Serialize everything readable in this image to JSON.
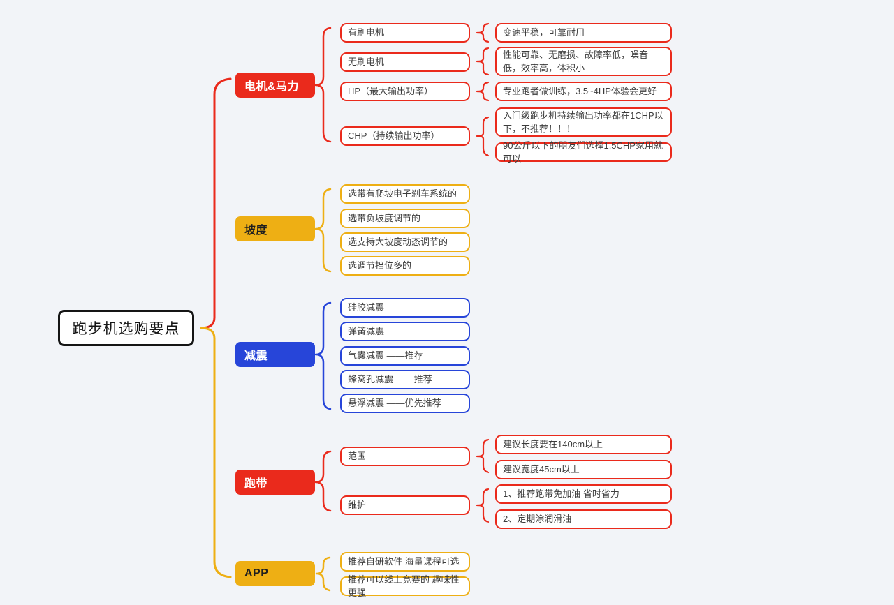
{
  "title": "跑步机选购要点",
  "colors": {
    "red": "#ea2a1c",
    "yellow": "#eeaf14",
    "blue": "#2745d9",
    "root_border": "#151515",
    "background": "#f2f4f8"
  },
  "root": {
    "label": "跑步机选购要点"
  },
  "branches": [
    {
      "id": "motor",
      "label": "电机&马力",
      "color": "#ea2a1c",
      "children": [
        {
          "label": "有刷电机",
          "leaves": [
            "变速平稳，可靠耐用"
          ]
        },
        {
          "label": "无刷电机",
          "leaves": [
            "性能可靠、无磨损、故障率低，噪音低，效率高，体积小"
          ]
        },
        {
          "label": "HP（最大输出功率）",
          "leaves": [
            "专业跑者做训练，3.5~4HP体验会更好"
          ]
        },
        {
          "label": "CHP（持续输出功率）",
          "leaves": [
            "入门级跑步机持续输出功率都在1CHP以下，不推荐！！！",
            "90公斤以下的朋友们选择1.5CHP家用就可以"
          ]
        }
      ]
    },
    {
      "id": "incline",
      "label": "坡度",
      "color": "#eeaf14",
      "children": [
        {
          "label": "选带有爬坡电子刹车系统的"
        },
        {
          "label": "选带负坡度调节的"
        },
        {
          "label": "选支持大坡度动态调节的"
        },
        {
          "label": "选调节挡位多的"
        }
      ]
    },
    {
      "id": "shock",
      "label": "减震",
      "color": "#2745d9",
      "children": [
        {
          "label": "硅胶减震"
        },
        {
          "label": "弹簧减震"
        },
        {
          "label": "气囊减震 ——推荐"
        },
        {
          "label": "蜂窝孔减震 ——推荐"
        },
        {
          "label": "悬浮减震 ——优先推荐"
        }
      ]
    },
    {
      "id": "belt",
      "label": "跑带",
      "color": "#ea2a1c",
      "children": [
        {
          "label": "范围",
          "leaves": [
            "建议长度要在140cm以上",
            "建议宽度45cm以上"
          ]
        },
        {
          "label": "维护",
          "leaves": [
            "1、推荐跑带免加油 省时省力",
            "2、定期涂润滑油"
          ]
        }
      ]
    },
    {
      "id": "app",
      "label": "APP",
      "color": "#eeaf14",
      "children": [
        {
          "label": "推荐自研软件 海量课程可选"
        },
        {
          "label": "推荐可以线上竞赛的 趣味性更强"
        }
      ]
    }
  ]
}
